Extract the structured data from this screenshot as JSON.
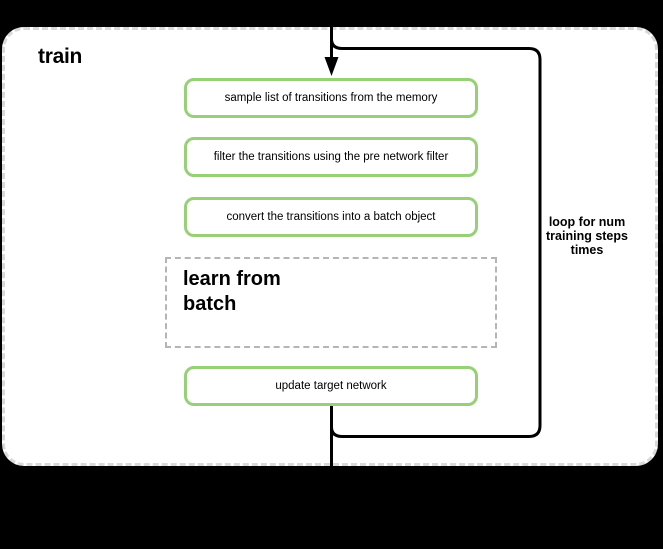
{
  "diagram": {
    "group_label": "train",
    "steps": [
      {
        "label": "sample list of transitions from the memory"
      },
      {
        "label": "filter the transitions using the pre network filter"
      },
      {
        "label": "convert the transitions into a batch object"
      }
    ],
    "subprocess": {
      "label": "learn from batch"
    },
    "final_step": {
      "label": "update target network"
    },
    "loop_annotation": "loop for num training steps times"
  },
  "colors": {
    "green": "#97d077",
    "line": "#000000",
    "container_dash": "#d9d9d9",
    "subprocess_dash": "#b5b5b5",
    "text": "#000000",
    "container_fill": "#ffffff",
    "canvas_bg": "#000000"
  }
}
